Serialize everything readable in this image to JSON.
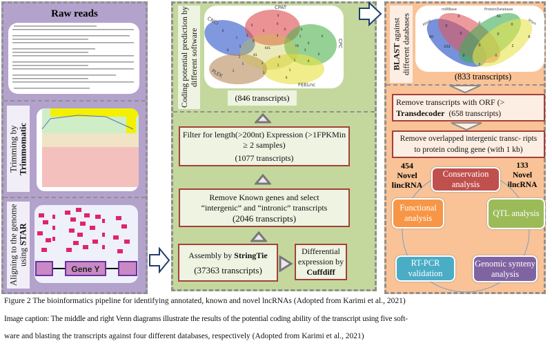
{
  "left": {
    "raw_reads_title": "Raw reads",
    "trimming_label_prefix": "Trimming by",
    "trimming_label_tool": "Trimmomatic",
    "aligning_label_prefix": "Aligning to the genome using",
    "aligning_label_tool": "STAR",
    "gene_label": "Gene Y"
  },
  "middle": {
    "venn_label": "Coding potential prediction by different software",
    "venn_count": "(846 transcripts)",
    "venn_sets": [
      "CNCI",
      "CPAT",
      "CPC",
      "FEELnc",
      "PLEK"
    ],
    "venn_values": [
      "0",
      "0",
      "0",
      "0",
      "0",
      "0",
      "1",
      "3",
      "5",
      "4",
      "5",
      "641",
      "78",
      "0",
      "1",
      "81",
      "6",
      "5",
      "3",
      "1",
      "1",
      "3",
      "1",
      "0",
      "0",
      "0",
      "1",
      "0",
      "3",
      "0",
      "1",
      "0"
    ],
    "filter_line1": "Filter for length(>200nt) Expression (>1FPKMin",
    "filter_line2": "≥  2 samples)",
    "filter_count": "(1077 transcripts)",
    "known_line1": "Remove Known genes and select",
    "known_line2": "“intergenic” and “intronic” transcripts",
    "known_count": "(2046 transcripts)",
    "assembly_prefix": "Assembly by",
    "assembly_tool": "StringTie",
    "assembly_count": "(37363 transcripts)",
    "diff_line1": "Differential expression by",
    "diff_tool": "Cuffdiff"
  },
  "right": {
    "blast_label_bold": "BLAST",
    "blast_label_rest": "against different databases",
    "venn_sets": [
      "PFAM",
      "miRBase",
      "ProteinDatabase",
      "Rfam"
    ],
    "venn_values": [
      "0",
      "61",
      "0",
      "0",
      "0",
      "60",
      "0",
      "0",
      "6",
      "102",
      "0",
      "2",
      "0",
      "0",
      "0"
    ],
    "venn_count": "(833 transcripts)",
    "orf_line1": "Remove transcripts with ORF (>",
    "orf_tool": "Transdecoder",
    "orf_count": "(658 transcripts)",
    "overlap_line1": "Remove overlapped intergenic transc- ripts",
    "overlap_line2": "to protein coding gene (with 1 kb)",
    "novel_left": {
      "count": "454",
      "word": "Novel",
      "type": "lincRNA"
    },
    "novel_right": {
      "count": "133",
      "word": "Novel",
      "type": "ilncRNA"
    },
    "steps": [
      {
        "label": "Conservation analysis",
        "color": "#c0504d"
      },
      {
        "label": "Functional analysis",
        "color": "#f79646"
      },
      {
        "label": "QTL analysis",
        "color": "#9bbb59"
      },
      {
        "label": "RT-PCR validation",
        "color": "#4bacc6"
      },
      {
        "label": "Genomic synteny analysis",
        "color": "#8064a2"
      }
    ]
  },
  "caption": {
    "figure": "Figure 2 The bioinformatics pipeline for identifying annotated, known and novel lncRNAs (Adopted from Karimi et al., 2021)",
    "line1": "Image caption: The middle and right Venn diagrams illustrate the results of the potential coding ability of the transcript using five soft-",
    "line2": "ware and blasting the transcripts against four different databases, respectively (Adopted from Karimi et al., 2021)"
  },
  "colors": {
    "left_panel": "#b3a2cc",
    "middle_panel": "#c4d89d",
    "right_panel": "#f9c397",
    "arrow": "#1f3d6b"
  }
}
